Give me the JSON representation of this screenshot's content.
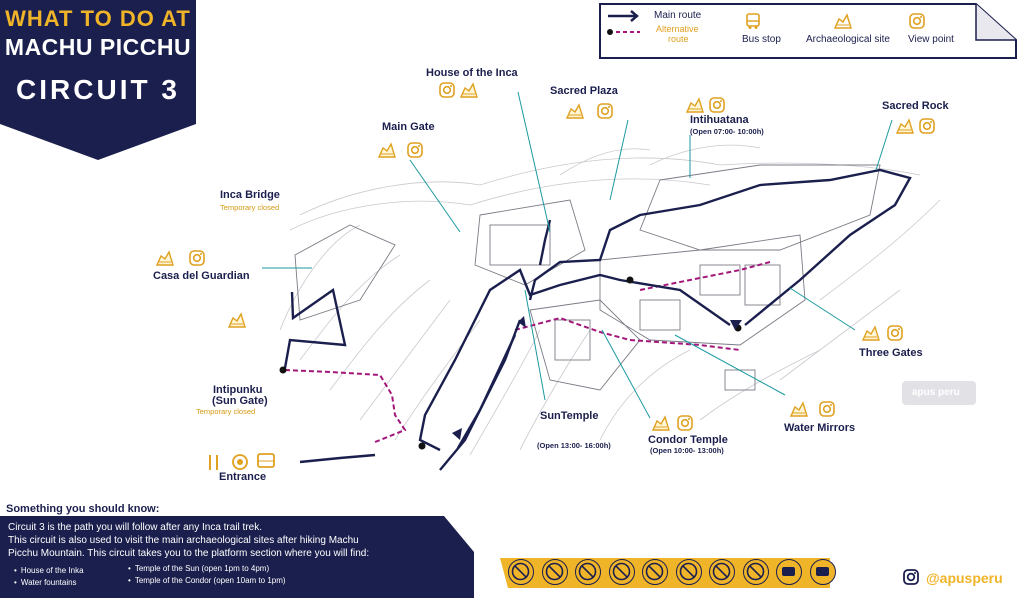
{
  "banner": {
    "line1": "WHAT TO DO AT",
    "line2": "MACHU PICCHU",
    "line3": "CIRCUIT 3"
  },
  "legend": {
    "main_route": "Main route",
    "alt_route_line1": "Alternative",
    "alt_route_line2": "route",
    "bus_stop": "Bus stop",
    "archaeological_site": "Archaeological site",
    "view_point": "View point"
  },
  "places": {
    "house_of_inca": "House of the Inca",
    "sacred_plaza": "Sacred Plaza",
    "intihuatana": "Intihuatana",
    "intihuatana_hours": "(Open 07:00- 10:00h)",
    "sacred_rock": "Sacred Rock",
    "main_gate": "Main Gate",
    "inca_bridge": "Inca Bridge",
    "inca_bridge_status": "Temporary closed",
    "casa_guardian": "Casa del Guardian",
    "intipunku_line1": "Intipunku",
    "intipunku_line2": "(Sun Gate)",
    "intipunku_status": "Temporary closed",
    "entrance": "Entrance",
    "sun_temple": "SunTemple",
    "sun_temple_hours": "(Open 13:00- 16:00h)",
    "condor_temple": "Condor Temple",
    "condor_temple_hours": "(Open 10:00- 13:00h)",
    "water_mirrors": "Water Mirrors",
    "three_gates": "Three Gates"
  },
  "watermark": "apus peru",
  "know": {
    "title": "Something you should know:",
    "p1": "Circuit 3 is  the path you will follow after any Inca trail trek.",
    "p2": "This circuit is also used to visit the main archaeological sites after hiking Machu",
    "p3": "Picchu Mountain. This circuit takes you to the platform section where you will find:",
    "bullets_left": [
      "House of the Inka",
      "Water fountains"
    ],
    "bullets_right": [
      "Temple of the Sun (open 1pm to 4pm)",
      "Temple of the Condor (open 10am to 1pm)"
    ]
  },
  "rules_icons": [
    "no-food-icon",
    "no-walking-stick-icon",
    "no-drone-icon",
    "no-tripod-icon",
    "no-umbrella-icon",
    "no-fire-icon",
    "no-loud-sound-icon",
    "no-smoking-icon",
    "no-animals-icon",
    "no-bus-icon"
  ],
  "social_handle": "@apusperu",
  "colors": {
    "navy": "#1b1f4d",
    "gold": "#f0b429",
    "magenta": "#a3177a",
    "teal": "#1a9aa0"
  }
}
